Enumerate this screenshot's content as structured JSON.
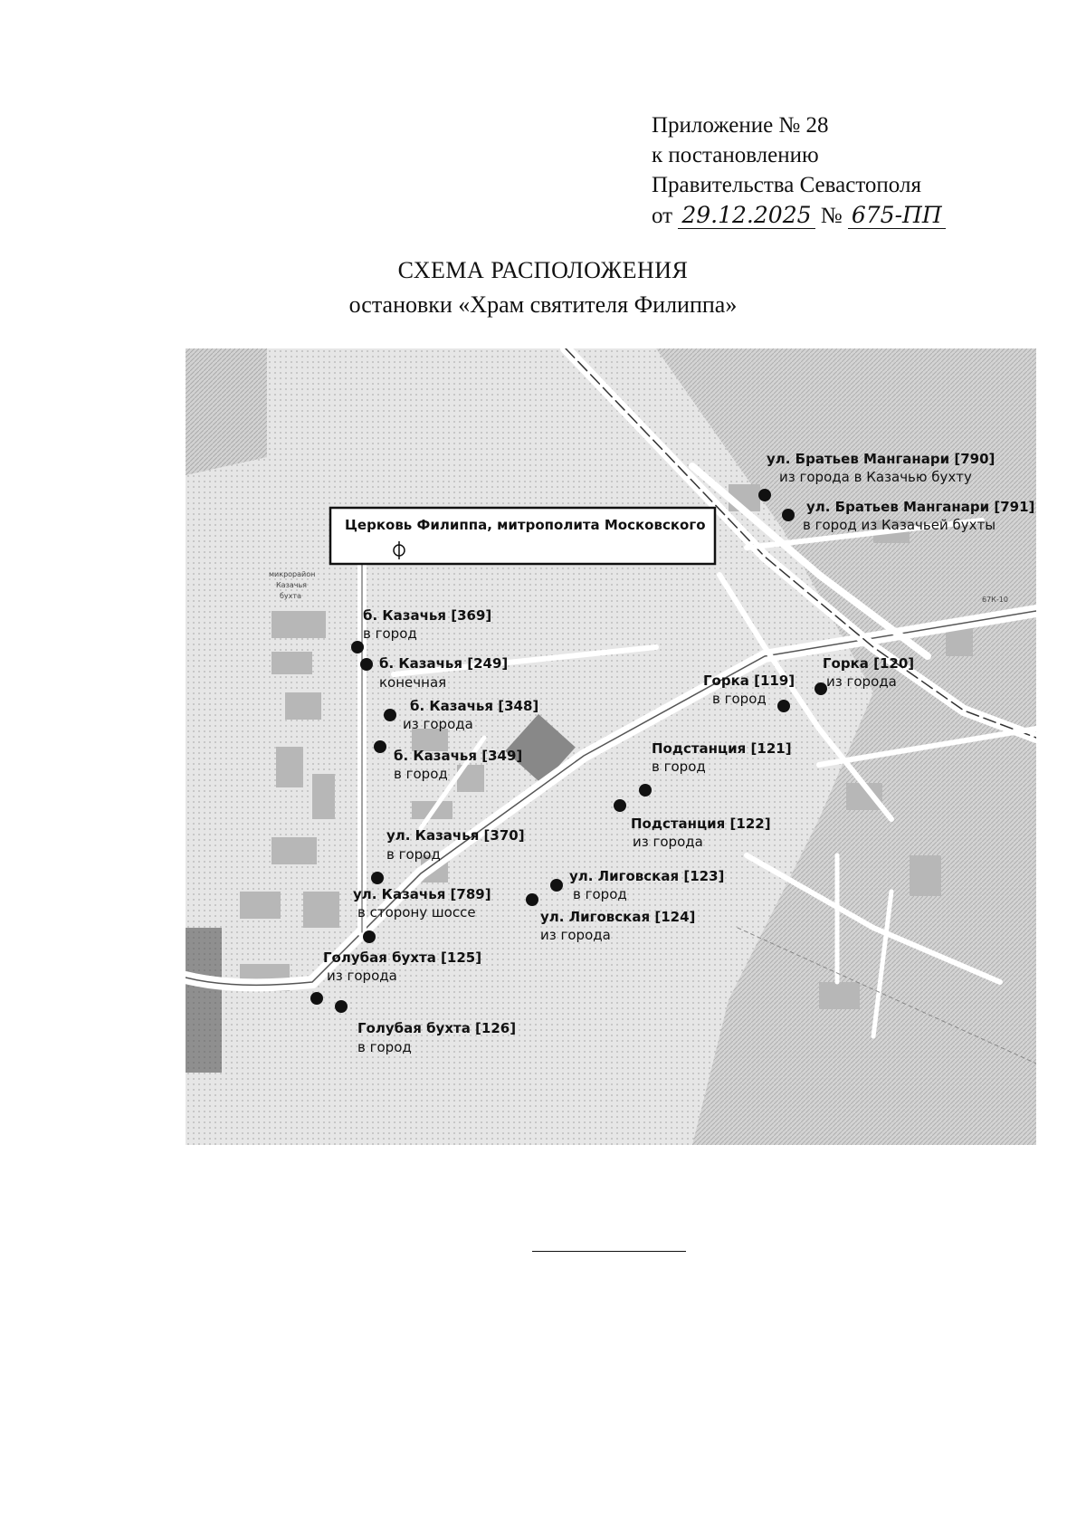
{
  "header": {
    "line1": "Приложение № 28",
    "line2": "к постановлению",
    "line3": "Правительства Севастополя",
    "date_prefix": "от",
    "date": "29.12.2025",
    "number_prefix": "№",
    "number": "675-ПП"
  },
  "title": {
    "main": "СХЕМА РАСПОЛОЖЕНИЯ",
    "sub": "остановки «Храм святителя Филиппа»"
  },
  "map": {
    "highlight_label": "Церковь Филиппа, митрополита Московского",
    "district_label": [
      "микрорайон",
      "Казачья",
      "бухта"
    ],
    "road_code": "67К-10",
    "stops": [
      {
        "name": "ул. Братьев Манганари [790]",
        "direction": "из города в Казачью бухту"
      },
      {
        "name": "ул. Братьев Манганари [791]",
        "direction": "в город из Казачьей бухты"
      },
      {
        "name": "б. Казачья [369]",
        "direction": "в город"
      },
      {
        "name": "б. Казачья [249]",
        "direction": "конечная"
      },
      {
        "name": "б. Казачья [348]",
        "direction": "из города"
      },
      {
        "name": "б. Казачья [349]",
        "direction": "в город"
      },
      {
        "name": "Горка [119]",
        "direction": "в город"
      },
      {
        "name": "Горка [120]",
        "direction": "из города"
      },
      {
        "name": "Подстанция [121]",
        "direction": "в город"
      },
      {
        "name": "Подстанция [122]",
        "direction": "из города"
      },
      {
        "name": "ул. Казачья [370]",
        "direction": "в город"
      },
      {
        "name": "ул. Казачья [789]",
        "direction": "в сторону шоссе"
      },
      {
        "name": "ул. Лиговская [123]",
        "direction": "в город"
      },
      {
        "name": "ул. Лиговская [124]",
        "direction": "из города"
      },
      {
        "name": "Голубая бухта [125]",
        "direction": "из города"
      },
      {
        "name": "Голубая бухта [126]",
        "direction": "в город"
      }
    ]
  },
  "colors": {
    "ink": "#111111",
    "stop": "#111111",
    "map_gray": "#d6d6d6",
    "road": "#ffffff"
  }
}
